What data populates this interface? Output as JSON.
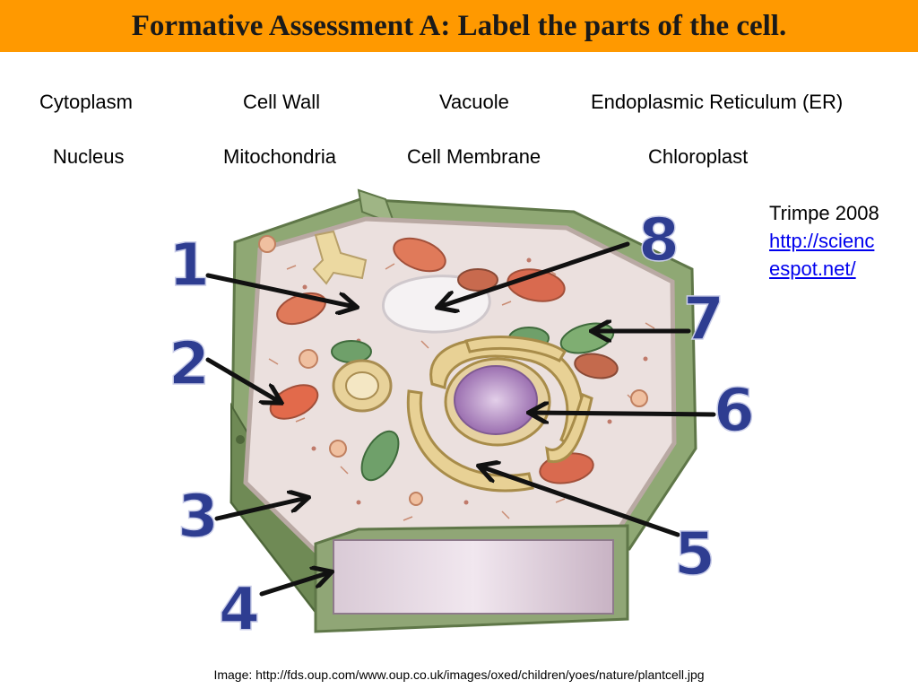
{
  "title": "Formative Assessment A:  Label the parts of the cell.",
  "word_bank": {
    "row1": [
      "Cytoplasm",
      "Cell Wall",
      "Vacuole",
      "Endoplasmic Reticulum (ER)"
    ],
    "row2": [
      "Nucleus",
      "Mitochondria",
      "Cell Membrane",
      "Chloroplast"
    ]
  },
  "credit": {
    "author": "Trimpe 2008",
    "link_line1": "http://scienc",
    "link_line2": "espot.net/"
  },
  "labels": [
    "1",
    "2",
    "3",
    "4",
    "5",
    "6",
    "7",
    "8"
  ],
  "source": "Image: http://fds.oup.com/www.oup.co.uk/images/oxed/children/yoes/nature/plantcell.jpg",
  "colors": {
    "title_bar": "#ff9900",
    "label_number": "#2e3d91",
    "cell_wall": "#7f9a62",
    "cytoplasm": "#efe5e3",
    "nucleus": "#b48ec4"
  }
}
